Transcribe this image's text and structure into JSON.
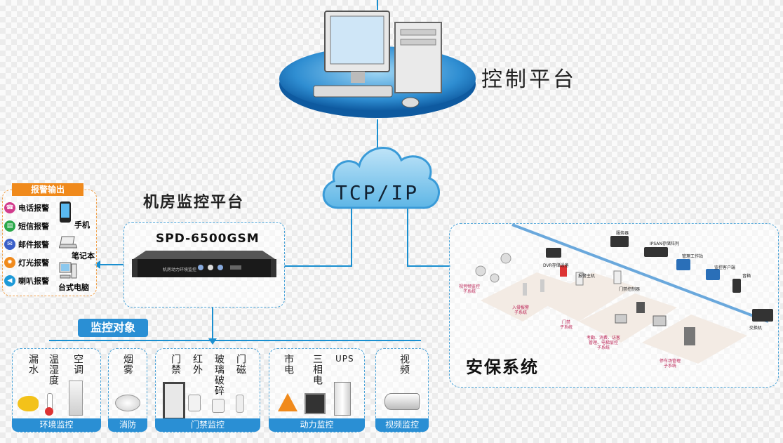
{
  "control_platform": {
    "label": "控制平台"
  },
  "network": {
    "label": "TCP/IP"
  },
  "room_platform": {
    "title": "机房监控平台",
    "device_model": "SPD-6500GSM",
    "device_panel_text": "机房动力环境监控"
  },
  "alarm_output": {
    "title": "报警输出",
    "items": [
      {
        "label": "电话报警",
        "color": "#d23a8c",
        "icon": "phone-icon"
      },
      {
        "label": "短信报警",
        "color": "#2aa84a",
        "icon": "sms-icon"
      },
      {
        "label": "邮件报警",
        "color": "#3a5fc8",
        "icon": "mail-icon"
      },
      {
        "label": "灯光报警",
        "color": "#f08a1c",
        "icon": "light-icon"
      },
      {
        "label": "喇叭报警",
        "color": "#1d9ad8",
        "icon": "speaker-icon"
      }
    ],
    "devices": [
      {
        "label": "手机"
      },
      {
        "label": "笔记本"
      },
      {
        "label": "台式电脑"
      }
    ]
  },
  "monitor_objects": {
    "title": "监控对象",
    "groups": [
      {
        "name": "环境监控",
        "items": [
          "漏水",
          "温湿度",
          "空调"
        ]
      },
      {
        "name": "消防",
        "items": [
          "烟雾"
        ]
      },
      {
        "name": "门禁监控",
        "items": [
          "门禁",
          "红外",
          "玻璃破碎",
          "门磁"
        ]
      },
      {
        "name": "动力监控",
        "items": [
          "市电",
          "三相电",
          "UPS"
        ]
      },
      {
        "name": "视频监控",
        "items": [
          "视频"
        ]
      }
    ]
  },
  "security_system": {
    "title": "安保系统",
    "labels": {
      "server": "服务器",
      "ipsan": "IPSAN存储阵列",
      "dvr": "DVR存储设备",
      "workstation": "管理工作站",
      "monitor_client": "监控客户端",
      "speaker": "音箱",
      "alarm_host": "报警主机",
      "door_controller": "门禁控制器",
      "video_sub": "视音频监控\n子系统",
      "intrusion_sub": "入侵报警\n子系统",
      "door_sub": "门禁\n子系统",
      "attendance_sub": "考勤、消费、访客\n管理、电梯层控\n子系统",
      "parking_sub": "停车场管理\n子系统",
      "switch": "交换机"
    }
  },
  "colors": {
    "accent": "#1a8fd0",
    "label_bg": "#2a8fd4",
    "alarm_title_bg": "#f08a1c"
  }
}
